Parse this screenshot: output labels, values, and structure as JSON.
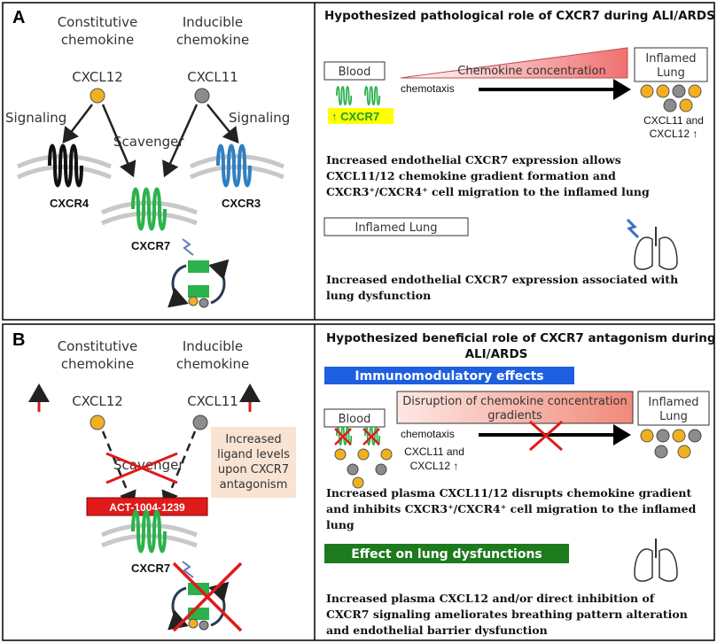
{
  "panel_a": {
    "letter": "A",
    "constitutive": [
      "Constitutive",
      "chemokine"
    ],
    "inducible": [
      "Inducible",
      "chemokine"
    ],
    "cxcl12": "CXCL12",
    "cxcl11": "CXCL11",
    "signaling_left": "Signaling",
    "signaling_right": "Signaling",
    "scavenger": "Scavenger",
    "cxcr4": "CXCR4",
    "cxcr3": "CXCR3",
    "cxcr7": "CXCR7",
    "title": "Hypothesized pathological role of CXCR7 during ALI/ARDS",
    "blood": "Blood",
    "gradient": "Chemokine concentration",
    "inflamed_lung": [
      "Inflamed",
      "Lung"
    ],
    "chemotaxis": "chemotaxis",
    "cxcr7_up": "↑ CXCR7",
    "cxcl_legend": [
      "CXCL11 and",
      "CXCL12 ↑"
    ],
    "text1": [
      "Increased endothelial CXCR7 expression allows",
      "CXCL11/12 chemokine gradient formation and",
      "CXCR3⁺/CXCR4⁺ cell migration to the inflamed lung"
    ],
    "inflamed_lung_box": "Inflamed Lung",
    "text2": [
      "Increased endothelial CXCR7 expression associated with",
      "lung dysfunction"
    ]
  },
  "panel_b": {
    "letter": "B",
    "constitutive": [
      "Constitutive",
      "chemokine"
    ],
    "inducible": [
      "Inducible",
      "chemokine"
    ],
    "cxcl12": "CXCL12",
    "cxcl11": "CXCL11",
    "scavenger": "Scavenger",
    "increased_ligand": [
      "Increased",
      "ligand levels",
      "upon CXCR7",
      "antagonism"
    ],
    "drug": "ACT-1004-1239",
    "cxcr7": "CXCR7",
    "title": [
      "Hypothesized beneficial role of CXCR7 antagonism during",
      "ALI/ARDS"
    ],
    "immuno": "Immunomodulatory effects",
    "disruption": [
      "Disruption of chemokine concentration",
      "gradients"
    ],
    "inflamed_lung": [
      "Inflamed",
      "Lung"
    ],
    "blood": "Blood",
    "chemotaxis": "chemotaxis",
    "cxcl_legend": [
      "CXCL11 and",
      "CXCL12 ↑"
    ],
    "text1": [
      "Increased plasma CXCL11/12 disrupts chemokine gradient",
      "and inhibits CXCR3⁺/CXCR4⁺ cell migration to the inflamed",
      "lung"
    ],
    "effect": "Effect on lung dysfunctions",
    "text2": [
      "Increased plasma CXCL12 and/or direct inhibition of",
      "CXCR7 signaling ameliorates breathing pattern alteration",
      "and endothelial barrier dysfunction"
    ]
  },
  "colors": {
    "cxcr4": "#111111",
    "cxcr3": "#2f7fc1",
    "cxcr7": "#2bb24c",
    "cxcl12": "#f2b01e",
    "cxcl11": "#8c8c8c",
    "membrane": "#c8c8c8",
    "red": "#e01a1a",
    "immuno_banner": "#1d5fe0",
    "effect_banner": "#1d7a1d",
    "ligand_box": "#f9e3d3"
  }
}
